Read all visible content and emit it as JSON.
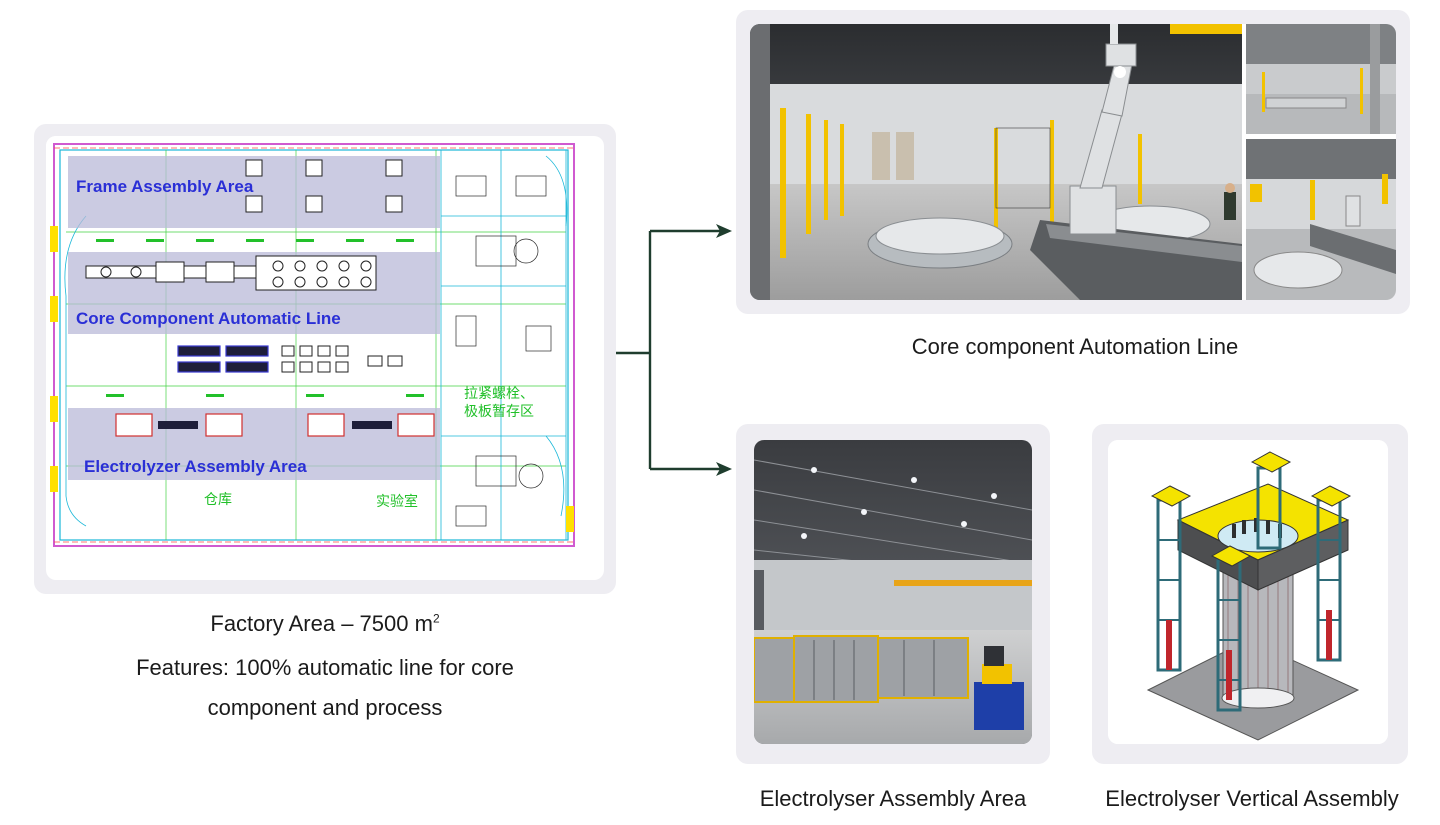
{
  "plan": {
    "areas": {
      "frame": "Frame Assembly Area",
      "core": "Core Component Automatic Line",
      "electrolyzer": "Electrolyzer Assembly Area"
    },
    "chinese_labels": {
      "bolt_area_line1": "拉紧螺栓、",
      "bolt_area_line2": "极板暂存区",
      "warehouse": "仓库",
      "lab": "实验室"
    },
    "caption": {
      "title": "Factory Area – 7500 m",
      "title_sup": "2",
      "features_line1": "Features: 100%  automatic line for core",
      "features_line2": "component and process"
    }
  },
  "photos": {
    "core": {
      "caption": "Core component Automation Line"
    },
    "assembly": {
      "caption": "Electrolyser Assembly Area"
    },
    "vertical": {
      "caption": "Electrolyser Vertical Assembly"
    }
  },
  "colors": {
    "connector": "#1f3d2e",
    "card_frame": "#eeedf2",
    "plan_area_fill": "#b9b9d8",
    "plan_label": "#2a2fd6"
  }
}
